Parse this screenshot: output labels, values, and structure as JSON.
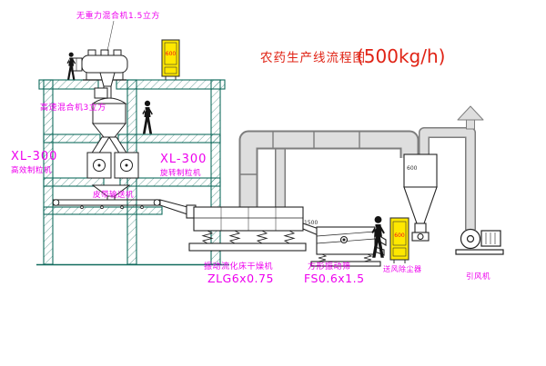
{
  "title": {
    "text": "农药生产线流程图",
    "capacity": "(500kg/h)"
  },
  "labels": {
    "top_mixer": "无重力混合机1.5立方",
    "high_speed_mixer": "高速混合机3立方",
    "granulator_left_model": "XL-300",
    "granulator_left_name": "高效制粒机",
    "granulator_mid_model": "XL-300",
    "granulator_mid_name": "旋转制粒机",
    "belt_conveyor": "皮带输送机",
    "dryer_name": "振动流化床干燥机",
    "dryer_model": "ZLG6x0.75",
    "screen_name": "方形振动筛",
    "screen_model": "FS0.6x1.5",
    "dust_collector": "送风除尘器",
    "fan": "引风机"
  },
  "annotations": {
    "panel1_text": "600",
    "panel2_text": "600",
    "cyclone_dim": "600",
    "screen_dim": "1500"
  },
  "colors": {
    "structure": "#116b5e",
    "label_magenta": "#ee00ee",
    "title_red": "#e02315",
    "panel_yellow": "#ffe800",
    "panel_red": "#ee1111",
    "pipe_fill": "#dedede",
    "pipe_edge": "#7d7d7d"
  }
}
